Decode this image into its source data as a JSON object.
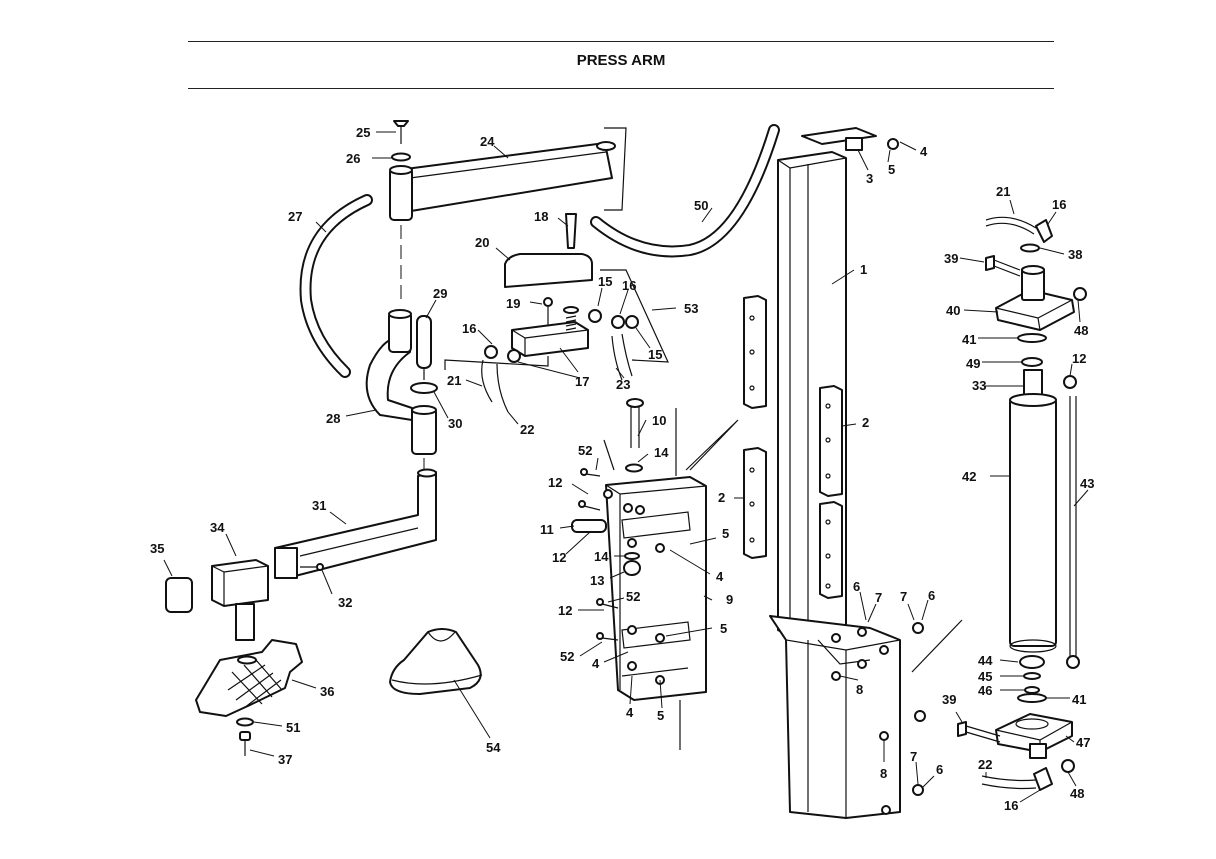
{
  "header": {
    "title": "PRESS ARM"
  },
  "callouts": [
    {
      "id": "c25",
      "label": "25"
    },
    {
      "id": "c26",
      "label": "26"
    },
    {
      "id": "c24",
      "label": "24"
    },
    {
      "id": "c27",
      "label": "27"
    },
    {
      "id": "c29",
      "label": "29"
    },
    {
      "id": "c28",
      "label": "28"
    },
    {
      "id": "c30",
      "label": "30"
    },
    {
      "id": "c21a",
      "label": "21"
    },
    {
      "id": "c22a",
      "label": "22"
    },
    {
      "id": "c16a",
      "label": "16"
    },
    {
      "id": "c17",
      "label": "17"
    },
    {
      "id": "c18",
      "label": "18"
    },
    {
      "id": "c20",
      "label": "20"
    },
    {
      "id": "c19",
      "label": "19"
    },
    {
      "id": "c15a",
      "label": "15"
    },
    {
      "id": "c16b",
      "label": "16"
    },
    {
      "id": "c15b",
      "label": "15"
    },
    {
      "id": "c53",
      "label": "53"
    },
    {
      "id": "c23",
      "label": "23"
    },
    {
      "id": "c50",
      "label": "50"
    },
    {
      "id": "c3",
      "label": "3"
    },
    {
      "id": "c5a",
      "label": "5"
    },
    {
      "id": "c4a",
      "label": "4"
    },
    {
      "id": "c1",
      "label": "1"
    },
    {
      "id": "c2a",
      "label": "2"
    },
    {
      "id": "c2b",
      "label": "2"
    },
    {
      "id": "c10",
      "label": "10"
    },
    {
      "id": "c14a",
      "label": "14"
    },
    {
      "id": "c52a",
      "label": "52"
    },
    {
      "id": "c12a",
      "label": "12"
    },
    {
      "id": "c11",
      "label": "11"
    },
    {
      "id": "c12b",
      "label": "12"
    },
    {
      "id": "c5b",
      "label": "5"
    },
    {
      "id": "c14b",
      "label": "14"
    },
    {
      "id": "c4b",
      "label": "4"
    },
    {
      "id": "c13",
      "label": "13"
    },
    {
      "id": "c9",
      "label": "9"
    },
    {
      "id": "c12c",
      "label": "12"
    },
    {
      "id": "c52b",
      "label": "52"
    },
    {
      "id": "c5c",
      "label": "5"
    },
    {
      "id": "c52c",
      "label": "52"
    },
    {
      "id": "c4c",
      "label": "4"
    },
    {
      "id": "c4d",
      "label": "4"
    },
    {
      "id": "c5d",
      "label": "5"
    },
    {
      "id": "c31",
      "label": "31"
    },
    {
      "id": "c34",
      "label": "34"
    },
    {
      "id": "c35",
      "label": "35"
    },
    {
      "id": "c32",
      "label": "32"
    },
    {
      "id": "c36",
      "label": "36"
    },
    {
      "id": "c51",
      "label": "51"
    },
    {
      "id": "c37",
      "label": "37"
    },
    {
      "id": "c54",
      "label": "54"
    },
    {
      "id": "c6a",
      "label": "6"
    },
    {
      "id": "c7a",
      "label": "7"
    },
    {
      "id": "c7b",
      "label": "7"
    },
    {
      "id": "c6b",
      "label": "6"
    },
    {
      "id": "c8a",
      "label": "8"
    },
    {
      "id": "c8b",
      "label": "8"
    },
    {
      "id": "c7c",
      "label": "7"
    },
    {
      "id": "c6c",
      "label": "6"
    },
    {
      "id": "c21b",
      "label": "21"
    },
    {
      "id": "c16c",
      "label": "16"
    },
    {
      "id": "c38",
      "label": "38"
    },
    {
      "id": "c39a",
      "label": "39"
    },
    {
      "id": "c40",
      "label": "40"
    },
    {
      "id": "c48a",
      "label": "48"
    },
    {
      "id": "c41a",
      "label": "41"
    },
    {
      "id": "c12d",
      "label": "12"
    },
    {
      "id": "c49",
      "label": "49"
    },
    {
      "id": "c33",
      "label": "33"
    },
    {
      "id": "c42",
      "label": "42"
    },
    {
      "id": "c43",
      "label": "43"
    },
    {
      "id": "c44",
      "label": "44"
    },
    {
      "id": "c45",
      "label": "45"
    },
    {
      "id": "c46",
      "label": "46"
    },
    {
      "id": "c41b",
      "label": "41"
    },
    {
      "id": "c39b",
      "label": "39"
    },
    {
      "id": "c47",
      "label": "47"
    },
    {
      "id": "c22b",
      "label": "22"
    },
    {
      "id": "c16d",
      "label": "16"
    },
    {
      "id": "c48b",
      "label": "48"
    }
  ]
}
